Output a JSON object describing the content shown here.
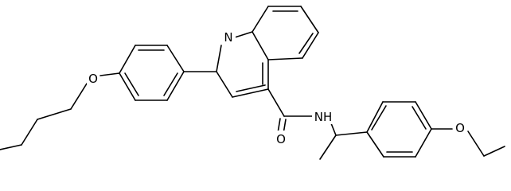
{
  "molecule": {
    "atoms": {
      "n_quinoline": "N",
      "o_amide": "O",
      "nh_amide": "NH",
      "o_butoxy": "O",
      "o_ethoxy": "O"
    }
  }
}
